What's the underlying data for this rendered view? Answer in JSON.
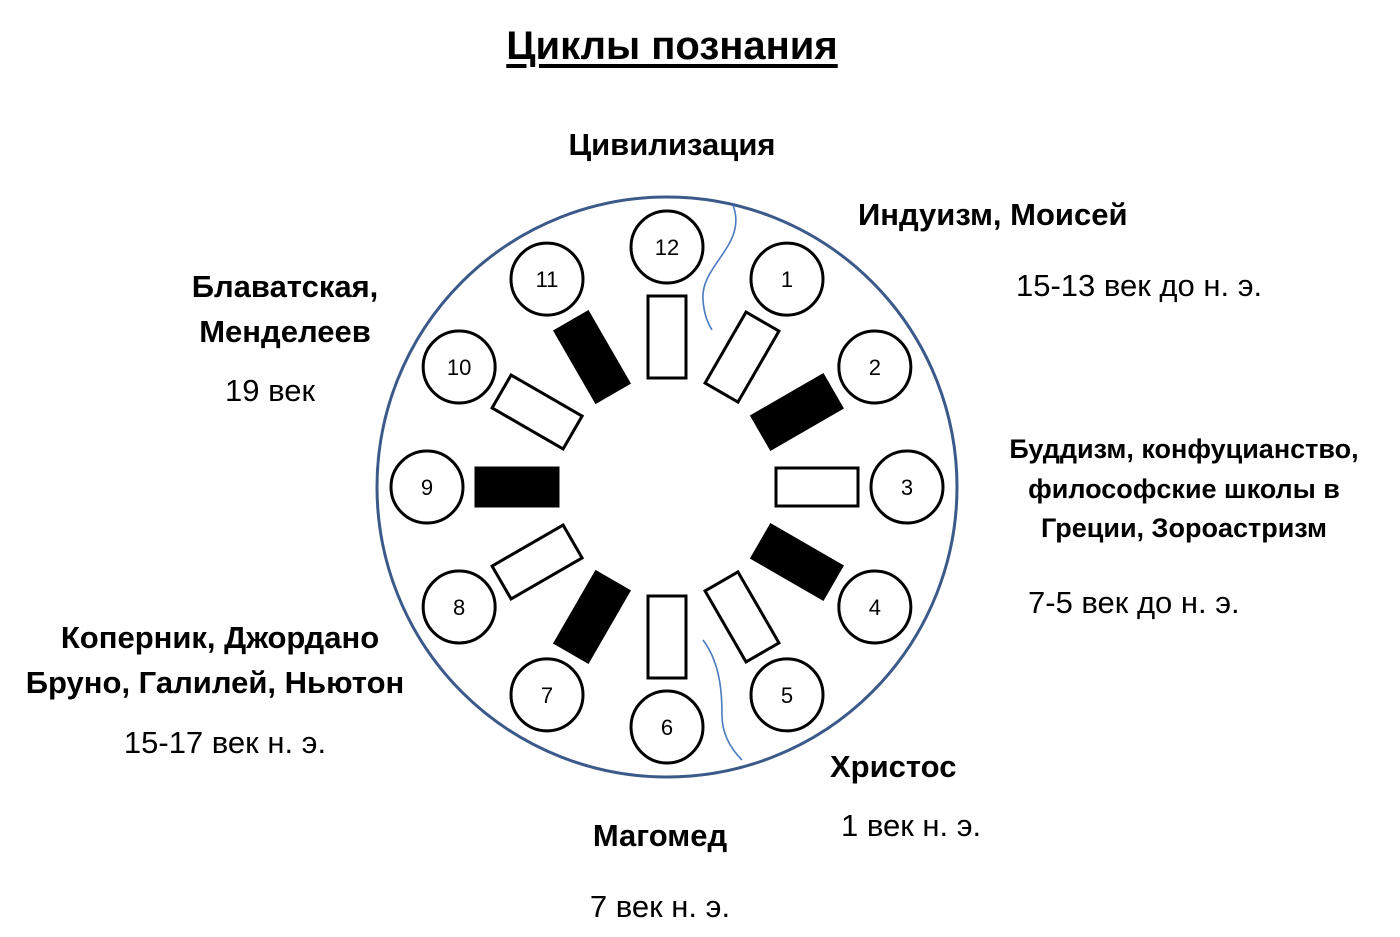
{
  "title": "Циклы познания",
  "labels": {
    "top": "Цивилизация",
    "hinduism": "Индуизм, Моисей",
    "hinduism_date": "15-13 век до н. э.",
    "buddhism_line1": "Буддизм, конфуцианство,",
    "buddhism_line2": "философские школы в",
    "buddhism_line3": "Греции, Зороастризм",
    "buddhism_date": "7-5 век до н. э.",
    "christ": "Христос",
    "christ_date": "1 век н. э.",
    "mohammed": "Магомед",
    "mohammed_date": "7 век н. э.",
    "copernicus_line1": "Коперник, Джордано",
    "copernicus_line2": "Бруно, Галилей, Ньютон",
    "copernicus_date": "15-17 век н. э.",
    "blavatsky_line1": "Блаватская,",
    "blavatsky_line2": "Менделеев",
    "blavatsky_date": "19 век"
  },
  "wheel": {
    "ring_color": "#3b5a8a",
    "curve_color": "#4a7bbf",
    "numbers": [
      "12",
      "1",
      "2",
      "3",
      "4",
      "5",
      "6",
      "7",
      "8",
      "9",
      "10",
      "11"
    ],
    "filled": [
      false,
      false,
      true,
      false,
      true,
      false,
      false,
      true,
      false,
      true,
      false,
      true
    ]
  }
}
